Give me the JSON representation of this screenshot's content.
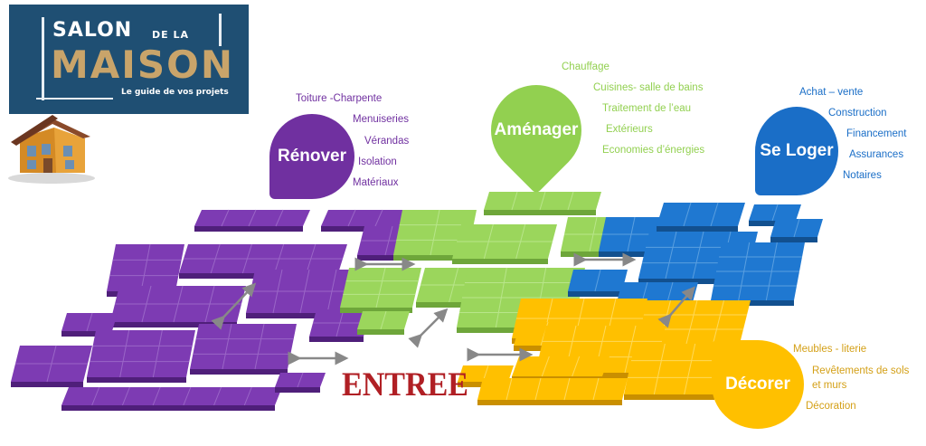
{
  "logo": {
    "line1": "SALON",
    "line1_suffix": "DE LA",
    "line2": "MAISON",
    "tagline": "Le guide de vos projets"
  },
  "entrance": "ENTREE",
  "zones": {
    "renover": {
      "title": "Rénover",
      "color": "#7030a0",
      "items": [
        "Toiture -Charpente",
        "Menuiseries",
        "Vérandas",
        "Isolation",
        "Matériaux"
      ]
    },
    "amenager": {
      "title": "Aménager",
      "color": "#92d050",
      "items": [
        "Chauffage",
        "Cuisines- salle de bains",
        "Traitement de l’eau",
        "Extérieurs",
        "Economies d’énergies"
      ]
    },
    "seloger": {
      "title": "Se Loger",
      "color": "#1a6ec7",
      "items": [
        "Achat – vente",
        "Construction",
        "Financement",
        "Assurances",
        "Notaires"
      ]
    },
    "decorer": {
      "title": "Décorer",
      "color": "#ffc000",
      "items": [
        "Meubles - literie",
        "Revêtements de sols",
        "et murs",
        "Décoration"
      ]
    }
  }
}
